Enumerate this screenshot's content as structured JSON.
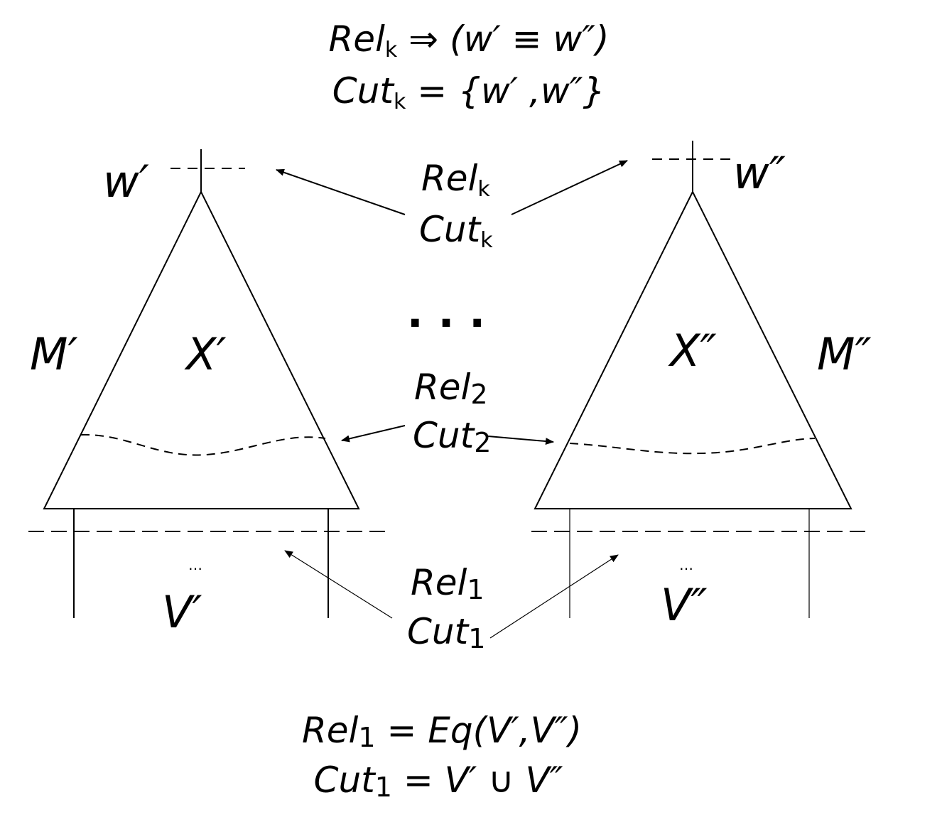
{
  "header": {
    "line1": {
      "rel": "Rel",
      "sub": "k",
      "rest": " ⇒ (w′ ≡ w″)"
    },
    "line2": {
      "cut": "Cut",
      "sub": "k",
      "rest": " = {w′ ,w″}"
    }
  },
  "left_tree": {
    "root": "w′",
    "model": "M′",
    "vars": "X′",
    "leaves": "V′",
    "dots": "…"
  },
  "right_tree": {
    "root": "w″",
    "model": "M″",
    "vars": "X″",
    "leaves": "V″",
    "dots": "…"
  },
  "labels": {
    "level_k": {
      "rel": "Rel",
      "rel_sub": "k",
      "cut": "Cut",
      "cut_sub": "k"
    },
    "middle_dots": ". . .",
    "level_2": {
      "rel": "Rel",
      "rel_sub": "2",
      "cut": "Cut",
      "cut_sub": "2"
    },
    "level_1": {
      "rel": "Rel",
      "rel_sub": "1",
      "cut": "Cut",
      "cut_sub": "1"
    }
  },
  "footer": {
    "line1": {
      "rel": "Rel",
      "sub": "1",
      "rest": " = Eq(V′,V″)"
    },
    "line2": {
      "cut": "Cut",
      "sub": "1",
      "rest": " = V′ ∪ V″"
    }
  }
}
